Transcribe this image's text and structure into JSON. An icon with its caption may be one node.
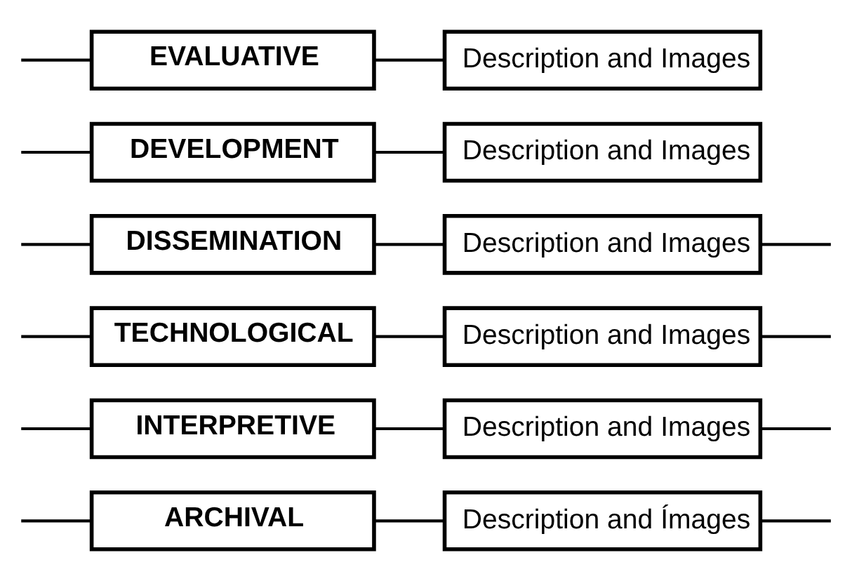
{
  "diagram": {
    "nodes": [
      {
        "text": [
          "ARCHIVAL"
        ]
      },
      {
        "text": [
          "Description and Ímages"
        ]
      },
      {
        "text": [
          "INTERPRETIVE"
        ]
      },
      {
        "text": [
          "Description and Images"
        ]
      },
      {
        "text": [
          "TECHNOLOGICAL"
        ]
      },
      {
        "text": [
          "Description and Images"
        ]
      },
      {
        "text": [
          "DISSEMINATION"
        ]
      },
      {
        "text": [
          "Description and Images"
        ]
      },
      {
        "text": [
          "DEVELOPMENT"
        ]
      },
      {
        "text": [
          "Description and Images"
        ]
      },
      {
        "text": [
          "EVALUATIVE"
        ]
      },
      {
        "text": [
          "Description and Images"
        ]
      }
    ],
    "edges": [
      {
        "from": null,
        "to": 0,
        "arrow": "none"
      },
      {
        "from": null,
        "to": 2,
        "arrow": "none"
      },
      {
        "from": null,
        "to": 4,
        "arrow": "none"
      },
      {
        "from": null,
        "to": 6,
        "arrow": "none"
      },
      {
        "from": null,
        "to": 8,
        "arrow": "none"
      },
      {
        "from": null,
        "to": 10,
        "arrow": "none"
      },
      {
        "from": 0,
        "to": 1,
        "arrow": "none"
      },
      {
        "from": 2,
        "to": 3,
        "arrow": "none"
      },
      {
        "from": 4,
        "to": 5,
        "arrow": "none"
      },
      {
        "from": 6,
        "to": 7,
        "arrow": "none"
      },
      {
        "from": 8,
        "to": 9,
        "arrow": "none"
      },
      {
        "from": 10,
        "to": 11,
        "arrow": "none"
      },
      {
        "from": 1,
        "to": null,
        "arrow": "none"
      },
      {
        "from": 3,
        "to": null,
        "arrow": "none"
      },
      {
        "from": 5,
        "to": null,
        "arrow": "none"
      },
      {
        "from": 7,
        "to": null,
        "arrow": "none"
      }
    ]
  }
}
